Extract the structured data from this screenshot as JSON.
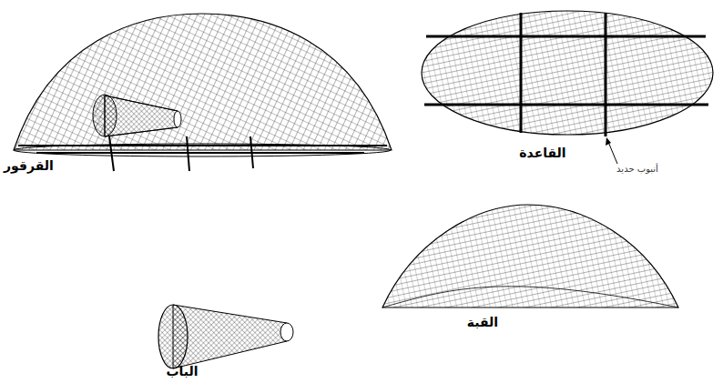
{
  "diagram": {
    "labels": [
      "القرقور",
      "القاعدة",
      "أنبوب حديد",
      "القبة",
      "الباب"
    ]
  }
}
